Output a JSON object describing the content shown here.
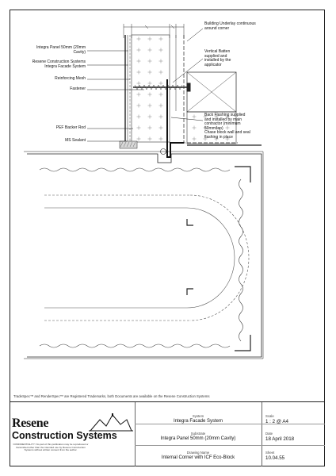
{
  "labels": {
    "building_underlay": "Building Underlay continuous\naround corner",
    "integra_panel": "Integra Panel 50mm (20mm\nCavity)",
    "resene_system": "Resene Construction Systems\nIntegra Facade System",
    "reinforcing_mesh": "Reinforcing Mesh",
    "fastener": "Fastener",
    "vertical_batten": "Vertical Batten\nsupplied and\ninstalled by the\napplicator",
    "back_flashing": "Back Flashing supplied\nand installed by main\ncontractor (minimum\n50mm lap)\nChase block wall and seal\nflashing in place",
    "pef_backer_rod": "PEF Backer Rod",
    "ms_sealant": "MS Sealant"
  },
  "trademark": "TradeSpec™ and RenderSpec™ are Registered Trademarks, both Documents are available on the Resene Construction Systems",
  "title_block": {
    "brand_line1": "Resene",
    "brand_line2": "Construction Systems",
    "confidentiality": "CONFIDENTIALITY: No part of this publication may be reproduced or transmitted other than the intended use by Resene Construction Systems without written consent from the author.",
    "system_caption": "System",
    "system_value": "Integra Facade System",
    "substrate_caption": "Substrate",
    "substrate_value": "Integra Panel 50mm (20mm Cavity)",
    "drawing_name_caption": "Drawing Name",
    "drawing_name_value": "Internal Corner with ICF Eco-Block",
    "scale_caption": "Scale",
    "scale_value": "1 : 2 @ A4",
    "date_caption": "Date",
    "date_value": "18 April 2018",
    "sheet_caption": "Sheet",
    "sheet_value": "10.04.55"
  }
}
